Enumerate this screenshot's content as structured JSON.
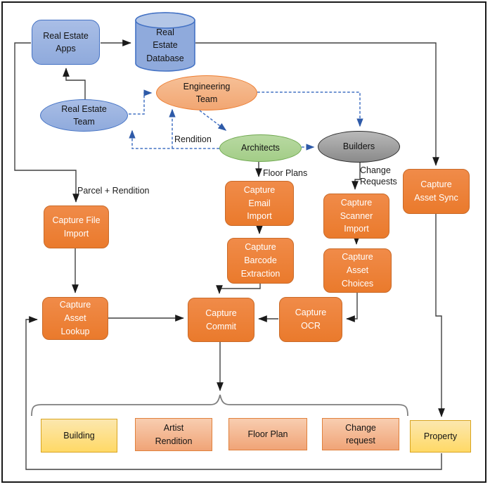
{
  "nodes": {
    "real_estate_apps": {
      "label": "Real Estate Apps",
      "fill": "#8FAADC",
      "border": "#4472C4"
    },
    "real_estate_database": {
      "label": "Real Estate Database",
      "fill": "#8FAADC",
      "border": "#4472C4"
    },
    "real_estate_team": {
      "label": "Real Estate Team",
      "fill": "#8FAADC",
      "border": "#4472C4"
    },
    "engineering_team": {
      "label": "Engineering Team",
      "fill": "#F4B183",
      "border": "#ED7D31"
    },
    "architects": {
      "label": "Architects",
      "fill": "#A9D18E",
      "border": "#6FA84F"
    },
    "builders": {
      "label": "Builders",
      "fill": "#A6A6A6",
      "border": "#2B2B2B"
    },
    "capture_asset_sync": {
      "label": "Capture Asset Sync",
      "fill": "#ED7D31"
    },
    "capture_file_import": {
      "label": "Capture File Import",
      "fill": "#ED7D31"
    },
    "capture_email_import": {
      "label": "Capture Email Import",
      "fill": "#ED7D31"
    },
    "capture_scanner_import": {
      "label": "Capture Scanner Import",
      "fill": "#ED7D31"
    },
    "capture_barcode_extraction": {
      "label": "Capture Barcode Extraction",
      "fill": "#ED7D31"
    },
    "capture_asset_choices": {
      "label": "Capture Asset Choices",
      "fill": "#ED7D31"
    },
    "capture_asset_lookup": {
      "label": "Capture Asset Lookup",
      "fill": "#ED7D31"
    },
    "capture_commit": {
      "label": "Capture Commit",
      "fill": "#ED7D31"
    },
    "capture_ocr": {
      "label": "Capture OCR",
      "fill": "#ED7D31"
    },
    "building": {
      "label": "Building",
      "fill": "#FFD966"
    },
    "artist_rendition": {
      "label": "Artist Rendition",
      "fill": "#F4B183"
    },
    "floor_plan": {
      "label": "Floor Plan",
      "fill": "#F4B183"
    },
    "change_request": {
      "label": "Change request",
      "fill": "#F4B183"
    },
    "property": {
      "label": "Property",
      "fill": "#FFD966"
    }
  },
  "edge_labels": {
    "parcel_rendition": "Parcel + Rendition",
    "floor_plans": "Floor Plans",
    "change_requests": "Change Requests",
    "rendition": "Rendition"
  },
  "colors": {
    "solid_connector": "#404040",
    "dashed_connector": "#4472C4",
    "brace": "#7F7F7F",
    "outer_border": "#1A1A1A",
    "capture_box_text": "#FFFFFF"
  }
}
